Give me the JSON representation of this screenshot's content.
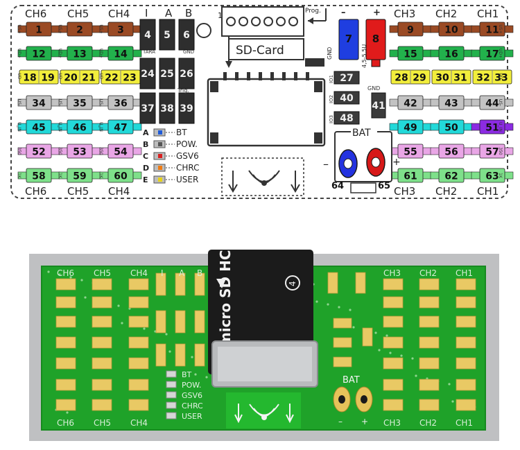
{
  "diagram": {
    "channel_headers": {
      "left_top": [
        "CH6",
        "CH5",
        "CH4"
      ],
      "right_top": [
        "CH3",
        "CH2",
        "CH1"
      ],
      "left_bottom": [
        "CH6",
        "CH5",
        "CH4"
      ],
      "right_bottom": [
        "CH3",
        "CH2",
        "CH1"
      ]
    },
    "switch_headers": [
      "I",
      "A",
      "B"
    ],
    "pad_rows_left": [
      [
        "1",
        "2",
        "3"
      ],
      [
        "12",
        "13",
        "14"
      ],
      [
        "18",
        "19",
        "20",
        "21",
        "22",
        "23"
      ],
      [
        "34",
        "35",
        "36"
      ],
      [
        "45",
        "46",
        "47"
      ],
      [
        "52",
        "53",
        "54"
      ],
      [
        "58",
        "59",
        "60"
      ]
    ],
    "pad_rows_right": [
      [
        "9",
        "10",
        "11"
      ],
      [
        "15",
        "16",
        "17"
      ],
      [
        "28",
        "29",
        "30",
        "31",
        "32",
        "33"
      ],
      [
        "42",
        "43",
        "44"
      ],
      [
        "49",
        "50",
        "51"
      ],
      [
        "55",
        "56",
        "57"
      ],
      [
        "61",
        "62",
        "63"
      ]
    ],
    "center_pads": [
      "4",
      "5",
      "6",
      "24",
      "25",
      "26",
      "37",
      "38",
      "39"
    ],
    "io_pads": [
      "27",
      "40",
      "41",
      "48"
    ],
    "power_pads": [
      "7",
      "8"
    ],
    "connector_pin_label": "1",
    "sd_card_label": "SD-Card",
    "prog_label": "Prog.",
    "gnd_label": "GND",
    "voltage_label": "4,5-5,5U",
    "power_signs": [
      "–",
      "+"
    ],
    "bat_label": "BAT",
    "bat_pads": [
      "64",
      "65"
    ],
    "bat_signs": [
      "–",
      "+"
    ],
    "io_labels": [
      "IO1",
      "IO2",
      "IO3"
    ],
    "small_labels": {
      "tara": "TARA",
      "trig": "Trig.",
      "row_side": [
        "US+",
        "UD+",
        "UD-",
        "US-",
        "U_IN",
        "350",
        "1K"
      ]
    },
    "led_legend": [
      {
        "letter": "A",
        "name": "BT",
        "color": "#1f5bd8"
      },
      {
        "letter": "B",
        "name": "POW.",
        "color": "#555555"
      },
      {
        "letter": "C",
        "name": "GSV6",
        "color": "#d81f1f"
      },
      {
        "letter": "D",
        "name": "CHRC",
        "color": "#f07b12"
      },
      {
        "letter": "E",
        "name": "USER",
        "color": "#e6d21a"
      }
    ],
    "colors": {
      "brown": "#9a4a24",
      "green": "#22b14c",
      "yellow": "#f2ee3c",
      "grey": "#c3c3c3",
      "cyan": "#22d9d9",
      "purple": "#8b2be2",
      "pink": "#e9a6e6",
      "light_green": "#7ee08a",
      "dark": "#2e2e2e",
      "blue": "#1f3ee0",
      "red": "#e01b1b"
    }
  },
  "photo": {
    "left_headers": [
      "CH6",
      "CH5",
      "CH4",
      "I",
      "A",
      "B"
    ],
    "right_headers": [
      "CH3",
      "CH2",
      "CH1"
    ],
    "bottom_headers_left": [
      "CH6",
      "CH5",
      "CH4"
    ],
    "bottom_headers_right": [
      "CH3",
      "CH2",
      "CH1"
    ],
    "sd_card_brand": "micro SD HC",
    "sd_card_class": "4",
    "led_labels": [
      "BT",
      "POW.",
      "GSV6",
      "CHRC",
      "USER"
    ],
    "bat_label": "BAT",
    "bat_signs": [
      "–",
      "+"
    ]
  }
}
